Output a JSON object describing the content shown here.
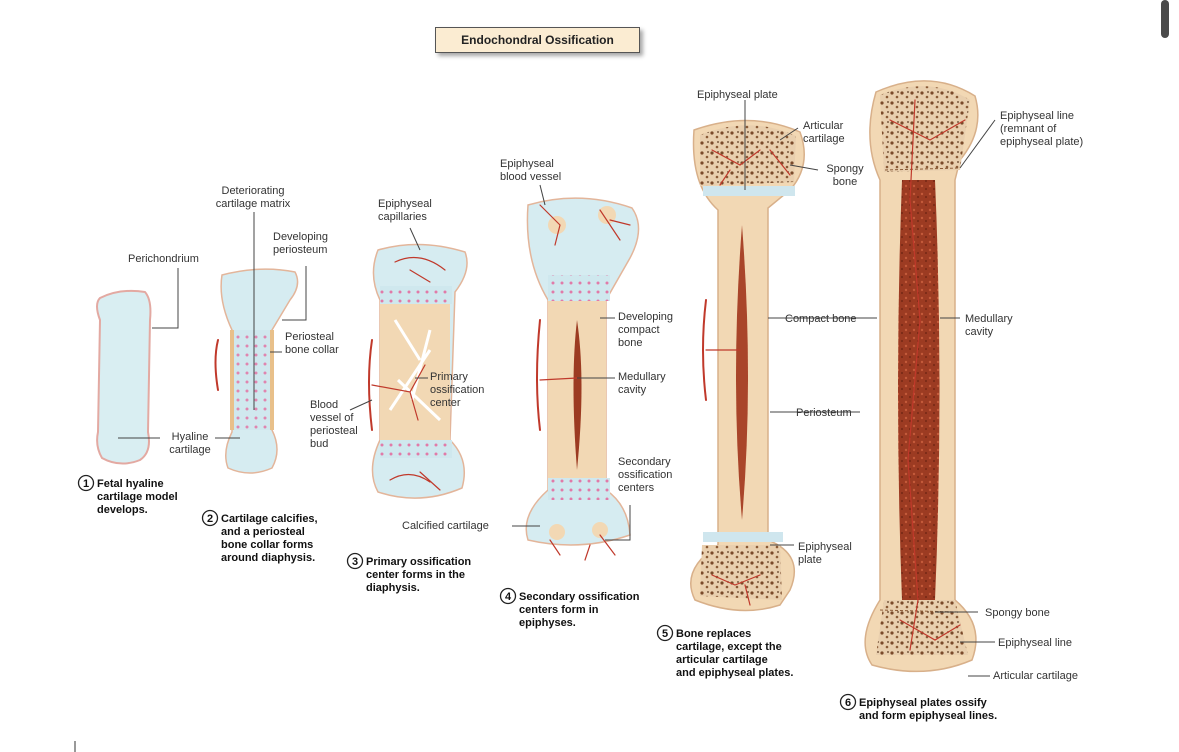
{
  "title": "Endochondral Ossification",
  "colors": {
    "cartilage": "#d8eef2",
    "bone": "#f3d9b6",
    "vessel": "#c0392b",
    "marrow": "#b24a2e",
    "title_bg": "#fbecd2"
  },
  "steps": [
    {
      "number": "1",
      "lines": [
        "Fetal hyaline",
        "cartilage model",
        "develops."
      ]
    },
    {
      "number": "2",
      "lines": [
        "Cartilage calcifies,",
        "and a periosteal",
        "bone collar forms",
        "around diaphysis."
      ]
    },
    {
      "number": "3",
      "lines": [
        "Primary ossification",
        "center forms in the",
        "diaphysis."
      ]
    },
    {
      "number": "4",
      "lines": [
        "Secondary ossification",
        "centers form in",
        "epiphyses."
      ]
    },
    {
      "number": "5",
      "lines": [
        "Bone replaces",
        "cartilage, except the",
        "articular cartilage",
        "and epiphyseal plates."
      ]
    },
    {
      "number": "6",
      "lines": [
        "Epiphyseal plates ossify",
        "and form epiphyseal lines."
      ]
    }
  ],
  "labels": {
    "perichondrium": [
      "Perichondrium"
    ],
    "hyaline_cartilage": [
      "Hyaline",
      "cartilage"
    ],
    "deteriorating_matrix": [
      "Deteriorating",
      "cartilage matrix"
    ],
    "developing_periosteum": [
      "Developing",
      "periosteum"
    ],
    "periosteal_bone_collar": [
      "Periosteal",
      "bone collar"
    ],
    "epiphyseal_capillaries": [
      "Epiphyseal",
      "capillaries"
    ],
    "primary_ossification_center": [
      "Primary",
      "ossification",
      "center"
    ],
    "blood_vessel_periosteal_bud": [
      "Blood",
      "vessel of",
      "periosteal",
      "bud"
    ],
    "epiphyseal_blood_vessel": [
      "Epiphyseal",
      "blood vessel"
    ],
    "developing_compact_bone": [
      "Developing",
      "compact",
      "bone"
    ],
    "medullary_cavity_4": [
      "Medullary",
      "cavity"
    ],
    "secondary_ossification_centers": [
      "Secondary",
      "ossification",
      "centers"
    ],
    "calcified_cartilage": [
      "Calcified cartilage"
    ],
    "epiphyseal_plate_top": [
      "Epiphyseal plate"
    ],
    "articular_cartilage_5": [
      "Articular",
      "cartilage"
    ],
    "spongy_bone_5": [
      "Spongy",
      "bone"
    ],
    "compact_bone": [
      "Compact bone"
    ],
    "periosteum": [
      "Periosteum"
    ],
    "epiphyseal_plate_5": [
      "Epiphyseal",
      "plate"
    ],
    "epiphyseal_line_top": [
      "Epiphyseal line",
      "(remnant of",
      "epiphyseal plate)"
    ],
    "medullary_cavity_6": [
      "Medullary",
      "cavity"
    ],
    "spongy_bone_6": [
      "Spongy bone"
    ],
    "epiphyseal_line_6": [
      "Epiphyseal line"
    ],
    "articular_cartilage_6": [
      "Articular cartilage"
    ]
  }
}
